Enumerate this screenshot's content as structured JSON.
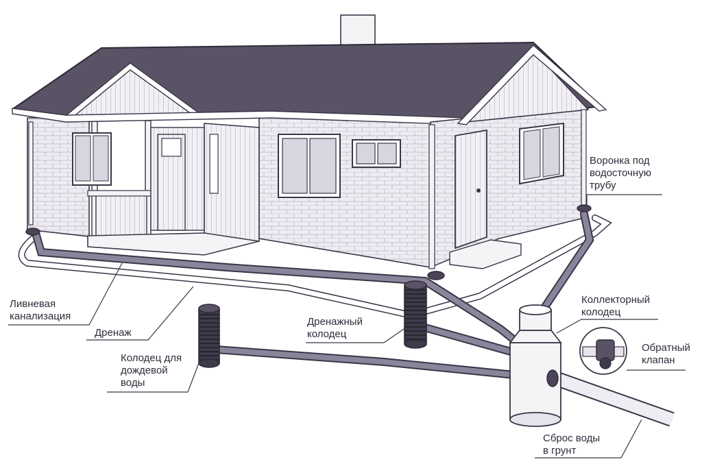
{
  "labels": {
    "downspout_funnel": [
      "Воронка под",
      "водосточную",
      "трубу"
    ],
    "storm_sewer": [
      "Ливневая",
      "канализация"
    ],
    "drainage": [
      "Дренаж"
    ],
    "drainage_well": [
      "Дренажный",
      "колодец"
    ],
    "rainwater_well": [
      "Колодец для",
      "дождевой",
      "воды"
    ],
    "collector_well": [
      "Коллекторный",
      "колодец"
    ],
    "check_valve": [
      "Обратный",
      "клапан"
    ],
    "ground_discharge": [
      "Сброс воды",
      "в грунт"
    ]
  },
  "colors": {
    "roof": "#5a5366",
    "wall": "#efedf3",
    "outline": "#3a3546",
    "pipe": "#7a748a",
    "pipe_light": "#dcd8e4",
    "well_dark": "#4a4456"
  }
}
